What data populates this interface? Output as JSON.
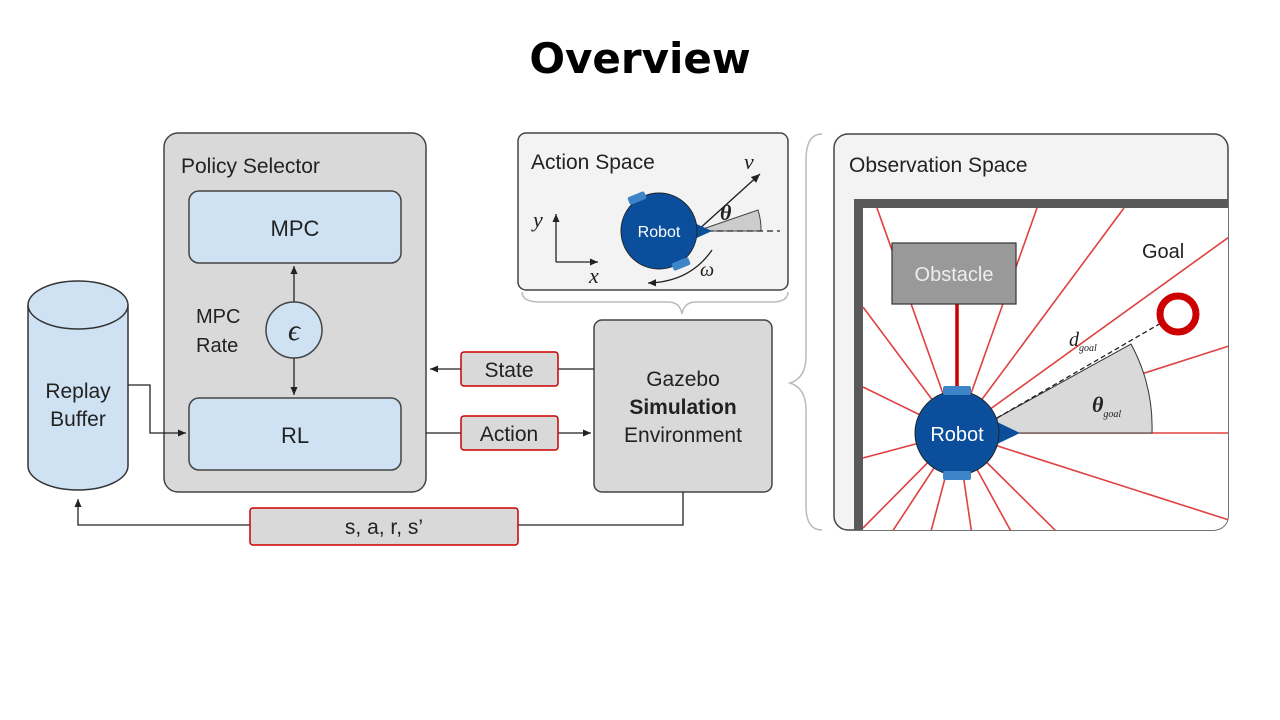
{
  "title": "Overview",
  "colors": {
    "panel_fill": "#d9d9d9",
    "panel_stroke": "#444444",
    "module_fill": "#cfe2f3",
    "label_stroke": "#cc0000",
    "robot_fill": "#0b4f9c",
    "ray_color": "#e04040",
    "goal_color": "#cc0000"
  },
  "policy_selector": {
    "title": "Policy Selector",
    "mpc_label": "MPC",
    "rl_label": "RL",
    "rate_line1": "MPC",
    "rate_line2": "Rate",
    "epsilon": "ϵ"
  },
  "replay_buffer": {
    "line1": "Replay",
    "line2": "Buffer"
  },
  "state_label": "State",
  "action_label": "Action",
  "transition_label": "s, a, r, s’",
  "gazebo": {
    "line1": "Gazebo",
    "line2": "Simulation",
    "line3": "Environment"
  },
  "action_space": {
    "title": "Action Space",
    "robot_label": "Robot",
    "v": "v",
    "theta": "θ",
    "omega": "ω",
    "x": "x",
    "y": "y"
  },
  "observation_space": {
    "title": "Observation Space",
    "obstacle_label": "Obstacle",
    "goal_label": "Goal",
    "robot_label": "Robot",
    "d": "d",
    "d_sub": "goal",
    "theta": "θ",
    "theta_sub": "goal"
  }
}
